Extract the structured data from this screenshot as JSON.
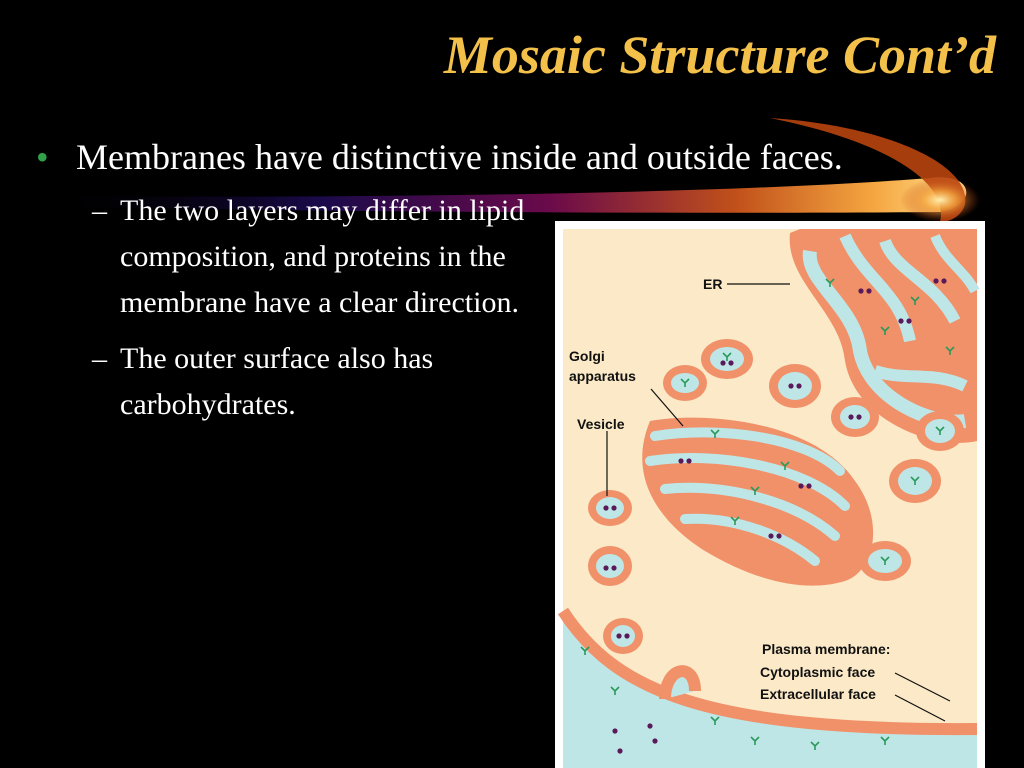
{
  "title": "Mosaic Structure Cont’d",
  "bullets": [
    {
      "text": "Membranes have distinctive inside and outside faces.",
      "sub": [
        "The two layers may differ in lipid composition, and proteins in the membrane have a clear direction.",
        "The outer surface also has carbohydrates."
      ]
    }
  ],
  "figure": {
    "labels": {
      "er": "ER",
      "golgi_line1": "Golgi",
      "golgi_line2": "apparatus",
      "vesicle": "Vesicle",
      "plasma": "Plasma membrane:",
      "cyto": "Cytoplasmic face",
      "extra": "Extracellular face"
    }
  },
  "colors": {
    "title": "#f3c04a",
    "bullet": "#2fa24a",
    "membrane": "#f0916a",
    "lumen": "#bfe6e6",
    "cytosol": "#fbe9c7"
  }
}
